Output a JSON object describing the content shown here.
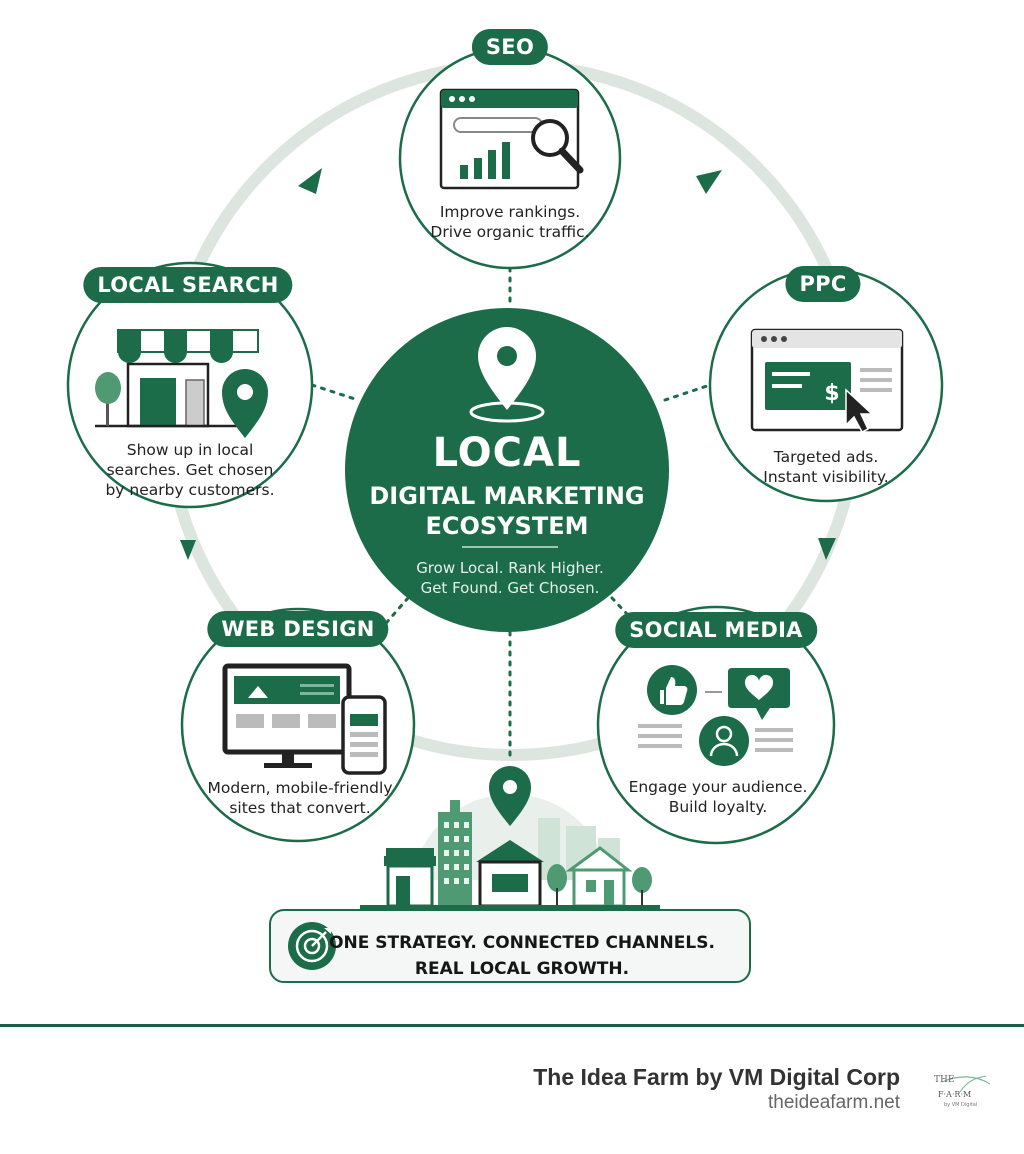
{
  "hub": {
    "title_line1": "LOCAL",
    "title_line2": "DIGITAL MARKETING",
    "title_line3": "ECOSYSTEM",
    "tagline_line1": "Grow Local. Rank Higher.",
    "tagline_line2": "Get Found. Get Chosen."
  },
  "channels": {
    "seo": {
      "label": "SEO",
      "desc_line1": "Improve rankings.",
      "desc_line2": "Drive organic traffic."
    },
    "ppc": {
      "label": "PPC",
      "desc_line1": "Targeted ads.",
      "desc_line2": "Instant visibility.",
      "ad_symbol": "$"
    },
    "social_media": {
      "label": "SOCIAL MEDIA",
      "desc_line1": "Engage your audience.",
      "desc_line2": "Build loyalty."
    },
    "web_design": {
      "label": "WEB DESIGN",
      "desc_line1": "Modern, mobile-friendly",
      "desc_line2": "sites that convert."
    },
    "local_search": {
      "label": "LOCAL SEARCH",
      "desc_line1": "Show up in local",
      "desc_line2": "searches. Get chosen",
      "desc_line3": "by nearby customers."
    }
  },
  "banner": {
    "line1": "ONE STRATEGY. CONNECTED CHANNELS.",
    "line2": "REAL LOCAL GROWTH."
  },
  "footer": {
    "brand": "The Idea Farm by VM Digital Corp",
    "url": "theideafarm.net",
    "logo_line1": "THE",
    "logo_line2": "F·A·R·M",
    "logo_line3": "by VM Digital"
  },
  "colors": {
    "primary_green": "#1c6b49",
    "light_green": "#cfe3d6",
    "ring_gray": "#dde5df",
    "footer_line": "#1c5f46"
  }
}
